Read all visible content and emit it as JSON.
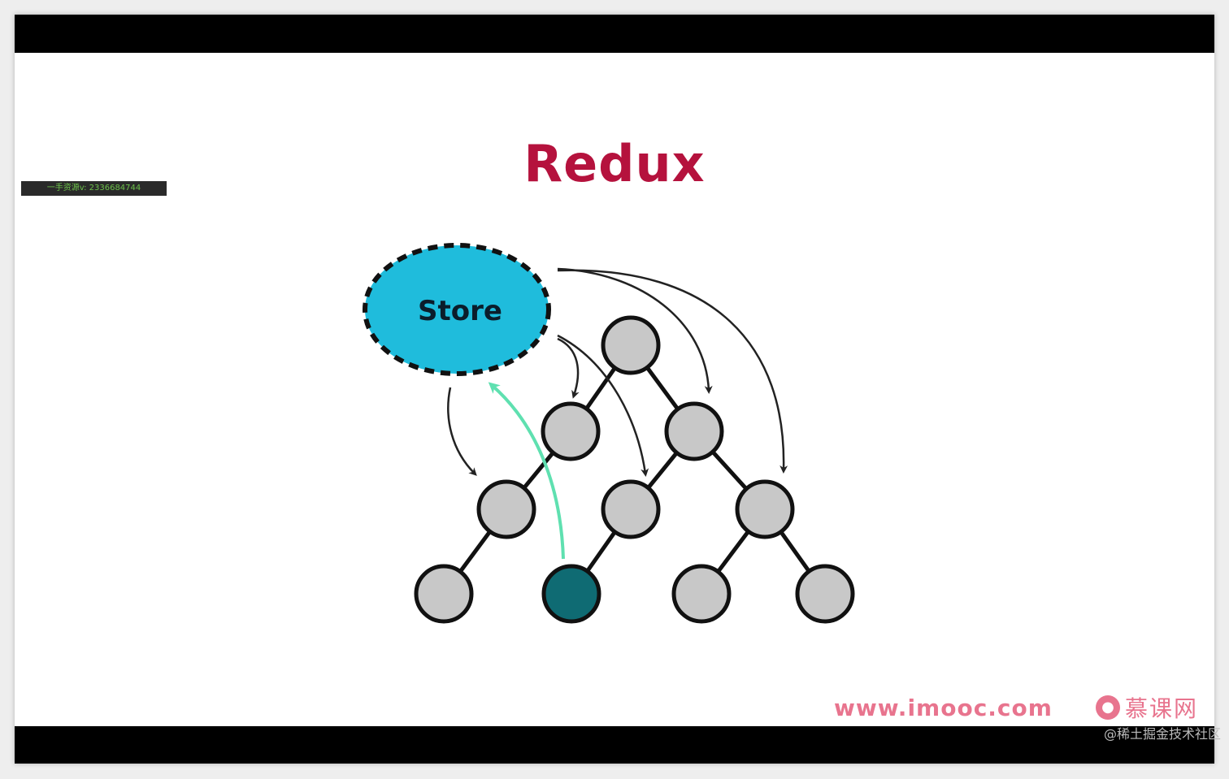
{
  "slide": {
    "title": "Redux",
    "watermark_box": "一手资源v: 2336684744",
    "site_url": "www.imooc.com",
    "brand_name": "慕课网",
    "credit": "@稀土掘金技术社区"
  },
  "diagram": {
    "store_label": "Store",
    "colors": {
      "title": "#b5123d",
      "store_fill": "#1fbcdc",
      "node_fill": "#c8c8c8",
      "active_node_fill": "#0f6b73",
      "dispatch_arrow": "#5fe0b0",
      "subscribe_arrow": "#222222",
      "watermark": "#e8748e"
    }
  }
}
